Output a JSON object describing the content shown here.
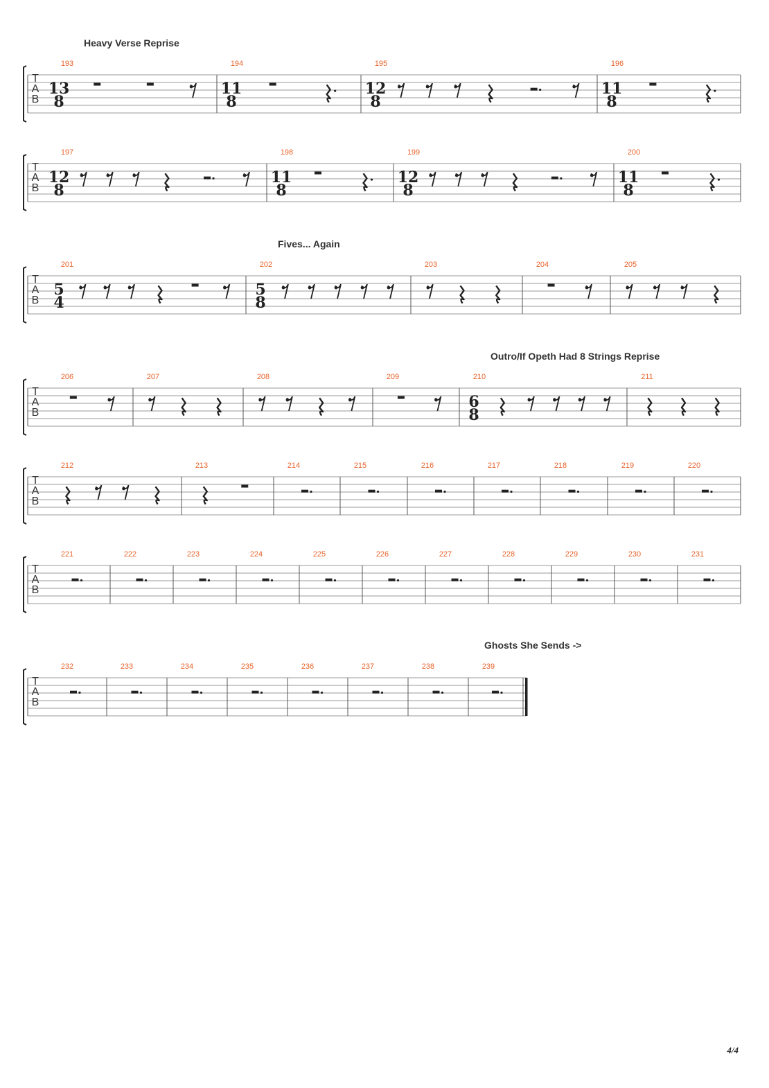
{
  "page_number": "4/4",
  "tab_clef_letters": [
    "T",
    "A",
    "B"
  ],
  "sections": [
    {
      "label": "Heavy Verse Reprise"
    },
    {
      "label": "Fives... Again"
    },
    {
      "label": "Outro/If Opeth Had 8 Strings Reprise"
    },
    {
      "label": "Ghosts She Sends ->"
    }
  ],
  "systems": [
    {
      "measures": [
        {
          "number": "193",
          "time_signature": [
            "13",
            "8"
          ],
          "rests": [
            "half",
            "half",
            "eighth"
          ]
        },
        {
          "number": "194",
          "time_signature": [
            "11",
            "8"
          ],
          "rests": [
            "half",
            "dotted-quarter"
          ]
        },
        {
          "number": "195",
          "time_signature": [
            "12",
            "8"
          ],
          "rests": [
            "eighth",
            "eighth",
            "eighth",
            "quarter",
            "dotted-half",
            "eighth"
          ]
        },
        {
          "number": "196",
          "time_signature": [
            "11",
            "8"
          ],
          "rests": [
            "half",
            "dotted-quarter"
          ]
        }
      ]
    },
    {
      "measures": [
        {
          "number": "197",
          "time_signature": [
            "12",
            "8"
          ],
          "rests": [
            "eighth",
            "eighth",
            "eighth",
            "quarter",
            "dotted-half",
            "eighth"
          ]
        },
        {
          "number": "198",
          "time_signature": [
            "11",
            "8"
          ],
          "rests": [
            "half",
            "dotted-quarter"
          ]
        },
        {
          "number": "199",
          "time_signature": [
            "12",
            "8"
          ],
          "rests": [
            "eighth",
            "eighth",
            "eighth",
            "quarter",
            "dotted-half",
            "eighth"
          ]
        },
        {
          "number": "200",
          "time_signature": [
            "11",
            "8"
          ],
          "rests": [
            "half",
            "dotted-quarter"
          ]
        }
      ]
    },
    {
      "measures": [
        {
          "number": "201",
          "time_signature": [
            "5",
            "4"
          ],
          "rests": [
            "eighth",
            "eighth",
            "eighth",
            "quarter",
            "half",
            "eighth"
          ]
        },
        {
          "number": "202",
          "time_signature": [
            "5",
            "8"
          ],
          "rests": [
            "eighth",
            "eighth",
            "eighth",
            "eighth",
            "eighth"
          ]
        },
        {
          "number": "203",
          "rests": [
            "eighth",
            "quarter",
            "quarter"
          ]
        },
        {
          "number": "204",
          "rests": [
            "half",
            "eighth"
          ]
        },
        {
          "number": "205",
          "rests": [
            "eighth",
            "eighth",
            "eighth",
            "quarter"
          ]
        }
      ]
    },
    {
      "measures": [
        {
          "number": "206",
          "rests": [
            "half",
            "eighth"
          ]
        },
        {
          "number": "207",
          "rests": [
            "eighth",
            "quarter",
            "quarter"
          ]
        },
        {
          "number": "208",
          "rests": [
            "eighth",
            "eighth",
            "quarter",
            "eighth"
          ]
        },
        {
          "number": "209",
          "rests": [
            "half",
            "eighth"
          ]
        },
        {
          "number": "210",
          "time_signature": [
            "6",
            "8"
          ],
          "rests": [
            "quarter",
            "eighth",
            "eighth",
            "eighth",
            "eighth"
          ]
        },
        {
          "number": "211",
          "rests": [
            "quarter",
            "quarter",
            "quarter"
          ]
        }
      ]
    },
    {
      "measures": [
        {
          "number": "212",
          "rests": [
            "quarter",
            "eighth",
            "eighth",
            "quarter"
          ]
        },
        {
          "number": "213",
          "rests": [
            "quarter",
            "half"
          ]
        },
        {
          "number": "214",
          "rests": [
            "dotted-half"
          ]
        },
        {
          "number": "215",
          "rests": [
            "dotted-half"
          ]
        },
        {
          "number": "216",
          "rests": [
            "dotted-half"
          ]
        },
        {
          "number": "217",
          "rests": [
            "dotted-half"
          ]
        },
        {
          "number": "218",
          "rests": [
            "dotted-half"
          ]
        },
        {
          "number": "219",
          "rests": [
            "dotted-half"
          ]
        },
        {
          "number": "220",
          "rests": [
            "dotted-half"
          ]
        }
      ]
    },
    {
      "measures": [
        {
          "number": "221",
          "rests": [
            "dotted-half"
          ]
        },
        {
          "number": "222",
          "rests": [
            "dotted-half"
          ]
        },
        {
          "number": "223",
          "rests": [
            "dotted-half"
          ]
        },
        {
          "number": "224",
          "rests": [
            "dotted-half"
          ]
        },
        {
          "number": "225",
          "rests": [
            "dotted-half"
          ]
        },
        {
          "number": "226",
          "rests": [
            "dotted-half"
          ]
        },
        {
          "number": "227",
          "rests": [
            "dotted-half"
          ]
        },
        {
          "number": "228",
          "rests": [
            "dotted-half"
          ]
        },
        {
          "number": "229",
          "rests": [
            "dotted-half"
          ]
        },
        {
          "number": "230",
          "rests": [
            "dotted-half"
          ]
        },
        {
          "number": "231",
          "rests": [
            "dotted-half"
          ]
        }
      ]
    },
    {
      "measures": [
        {
          "number": "232",
          "rests": [
            "dotted-half"
          ]
        },
        {
          "number": "233",
          "rests": [
            "dotted-half"
          ]
        },
        {
          "number": "234",
          "rests": [
            "dotted-half"
          ]
        },
        {
          "number": "235",
          "rests": [
            "dotted-half"
          ]
        },
        {
          "number": "236",
          "rests": [
            "dotted-half"
          ]
        },
        {
          "number": "237",
          "rests": [
            "dotted-half"
          ]
        },
        {
          "number": "238",
          "rests": [
            "dotted-half"
          ]
        },
        {
          "number": "239",
          "rests": [
            "dotted-half"
          ]
        }
      ],
      "final_barline": true
    }
  ],
  "colors": {
    "measure_number": "#e8632b",
    "staff_line": "#9a9a9a",
    "barline": "#555555",
    "ink": "#222222"
  }
}
